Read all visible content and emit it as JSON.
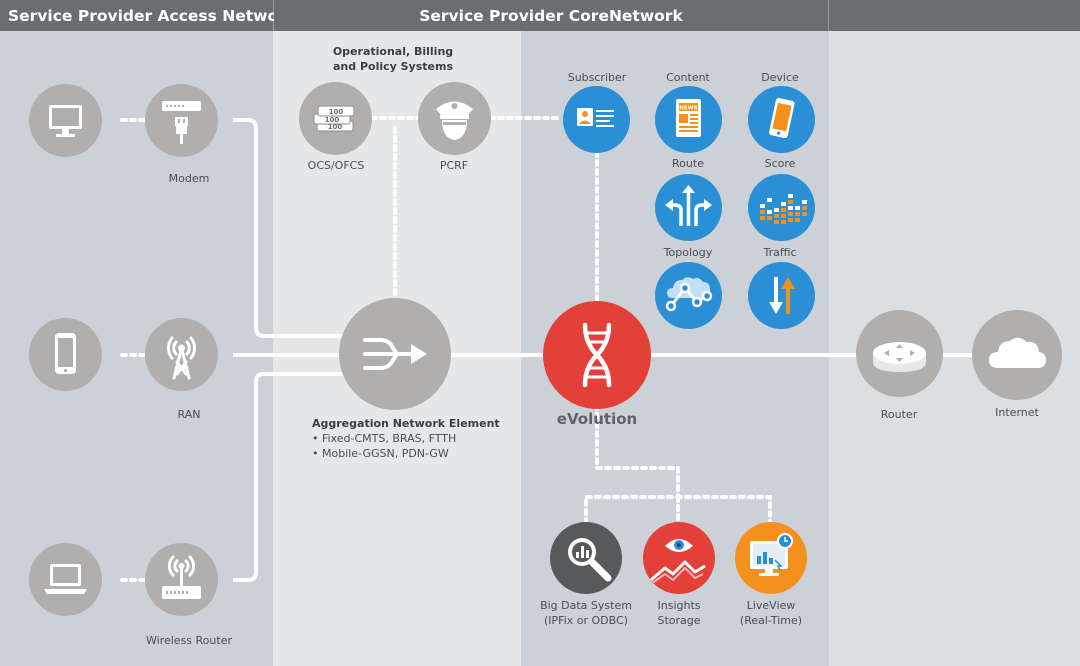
{
  "headers": {
    "access": "Service Provider Access Network",
    "core": "Service Provider CoreNetwork"
  },
  "labels": {
    "modem": "Modem",
    "ran": "RAN",
    "wireless_router": "Wireless Router",
    "ops_systems_line1": "Operational, Billing",
    "ops_systems_line2": "and Policy Systems",
    "ocs": "OCS/OFCS",
    "pcrf": "PCRF",
    "aggregation_title": "Aggregation Network Element",
    "aggregation_item1": "• Fixed-CMTS, BRAS, FTTH",
    "aggregation_item2": "• Mobile-GGSN, PDN-GW",
    "subscriber": "Subscriber",
    "content": "Content",
    "device": "Device",
    "route": "Route",
    "score": "Score",
    "topology": "Topology",
    "traffic": "Traffic",
    "evolution": "eVolution",
    "router": "Router",
    "internet": "Internet",
    "big_data_line1": "Big Data System",
    "big_data_line2": "(IPFix or ODBC)",
    "insights_line1": "Insights",
    "insights_line2": "Storage",
    "liveview_line1": "LiveView",
    "liveview_line2": "(Real-Time)",
    "money_label": "100",
    "news_label": "NEWS"
  },
  "colors": {
    "header_bg": "#6b6e71",
    "access_bg": "#cbd1d6",
    "core_left_bg": "#e6e7e8",
    "core_right_bg": "#cbd1d6",
    "internet_bg": "#dcdfe2",
    "grey_node": "#b0afae",
    "blue_node": "#2b8fd6",
    "red_node": "#e3403a",
    "orange_node": "#f4901e",
    "dark_node": "#58595b"
  }
}
